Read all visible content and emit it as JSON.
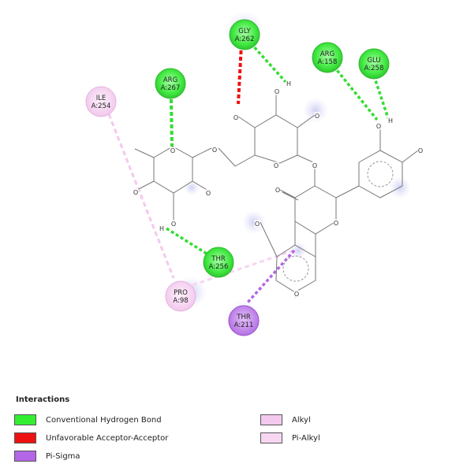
{
  "legend": {
    "title": "Interactions",
    "items": [
      {
        "key": "hbond",
        "label": "Conventional Hydrogen Bond",
        "color": "#33ee33"
      },
      {
        "key": "unfav",
        "label": "Unfavorable Acceptor-Acceptor",
        "color": "#ee1111"
      },
      {
        "key": "pisigma",
        "label": "Pi-Sigma",
        "color": "#b366e6"
      },
      {
        "key": "alkyl",
        "label": "Alkyl",
        "color": "#f3c9ee"
      },
      {
        "key": "pialkyl",
        "label": "Pi-Alkyl",
        "color": "#f7d6f2"
      }
    ]
  },
  "residues": [
    {
      "id": "gly262",
      "name": "GLY",
      "label": "A:262",
      "type": "hbond"
    },
    {
      "id": "arg158",
      "name": "ARG",
      "label": "A:158",
      "type": "hbond"
    },
    {
      "id": "glu258",
      "name": "GLU",
      "label": "A:258",
      "type": "hbond"
    },
    {
      "id": "arg267",
      "name": "ARG",
      "label": "A:267",
      "type": "hbond"
    },
    {
      "id": "ile254",
      "name": "ILE",
      "label": "A:254",
      "type": "alkyl"
    },
    {
      "id": "thr256",
      "name": "THR",
      "label": "A:256",
      "type": "hbond"
    },
    {
      "id": "pro98",
      "name": "PRO",
      "label": "A:98",
      "type": "pialkyl"
    },
    {
      "id": "thr211",
      "name": "THR",
      "label": "A:211",
      "type": "pisigma"
    }
  ],
  "atoms": {
    "oxygen": "O",
    "hydrogen": "H"
  }
}
